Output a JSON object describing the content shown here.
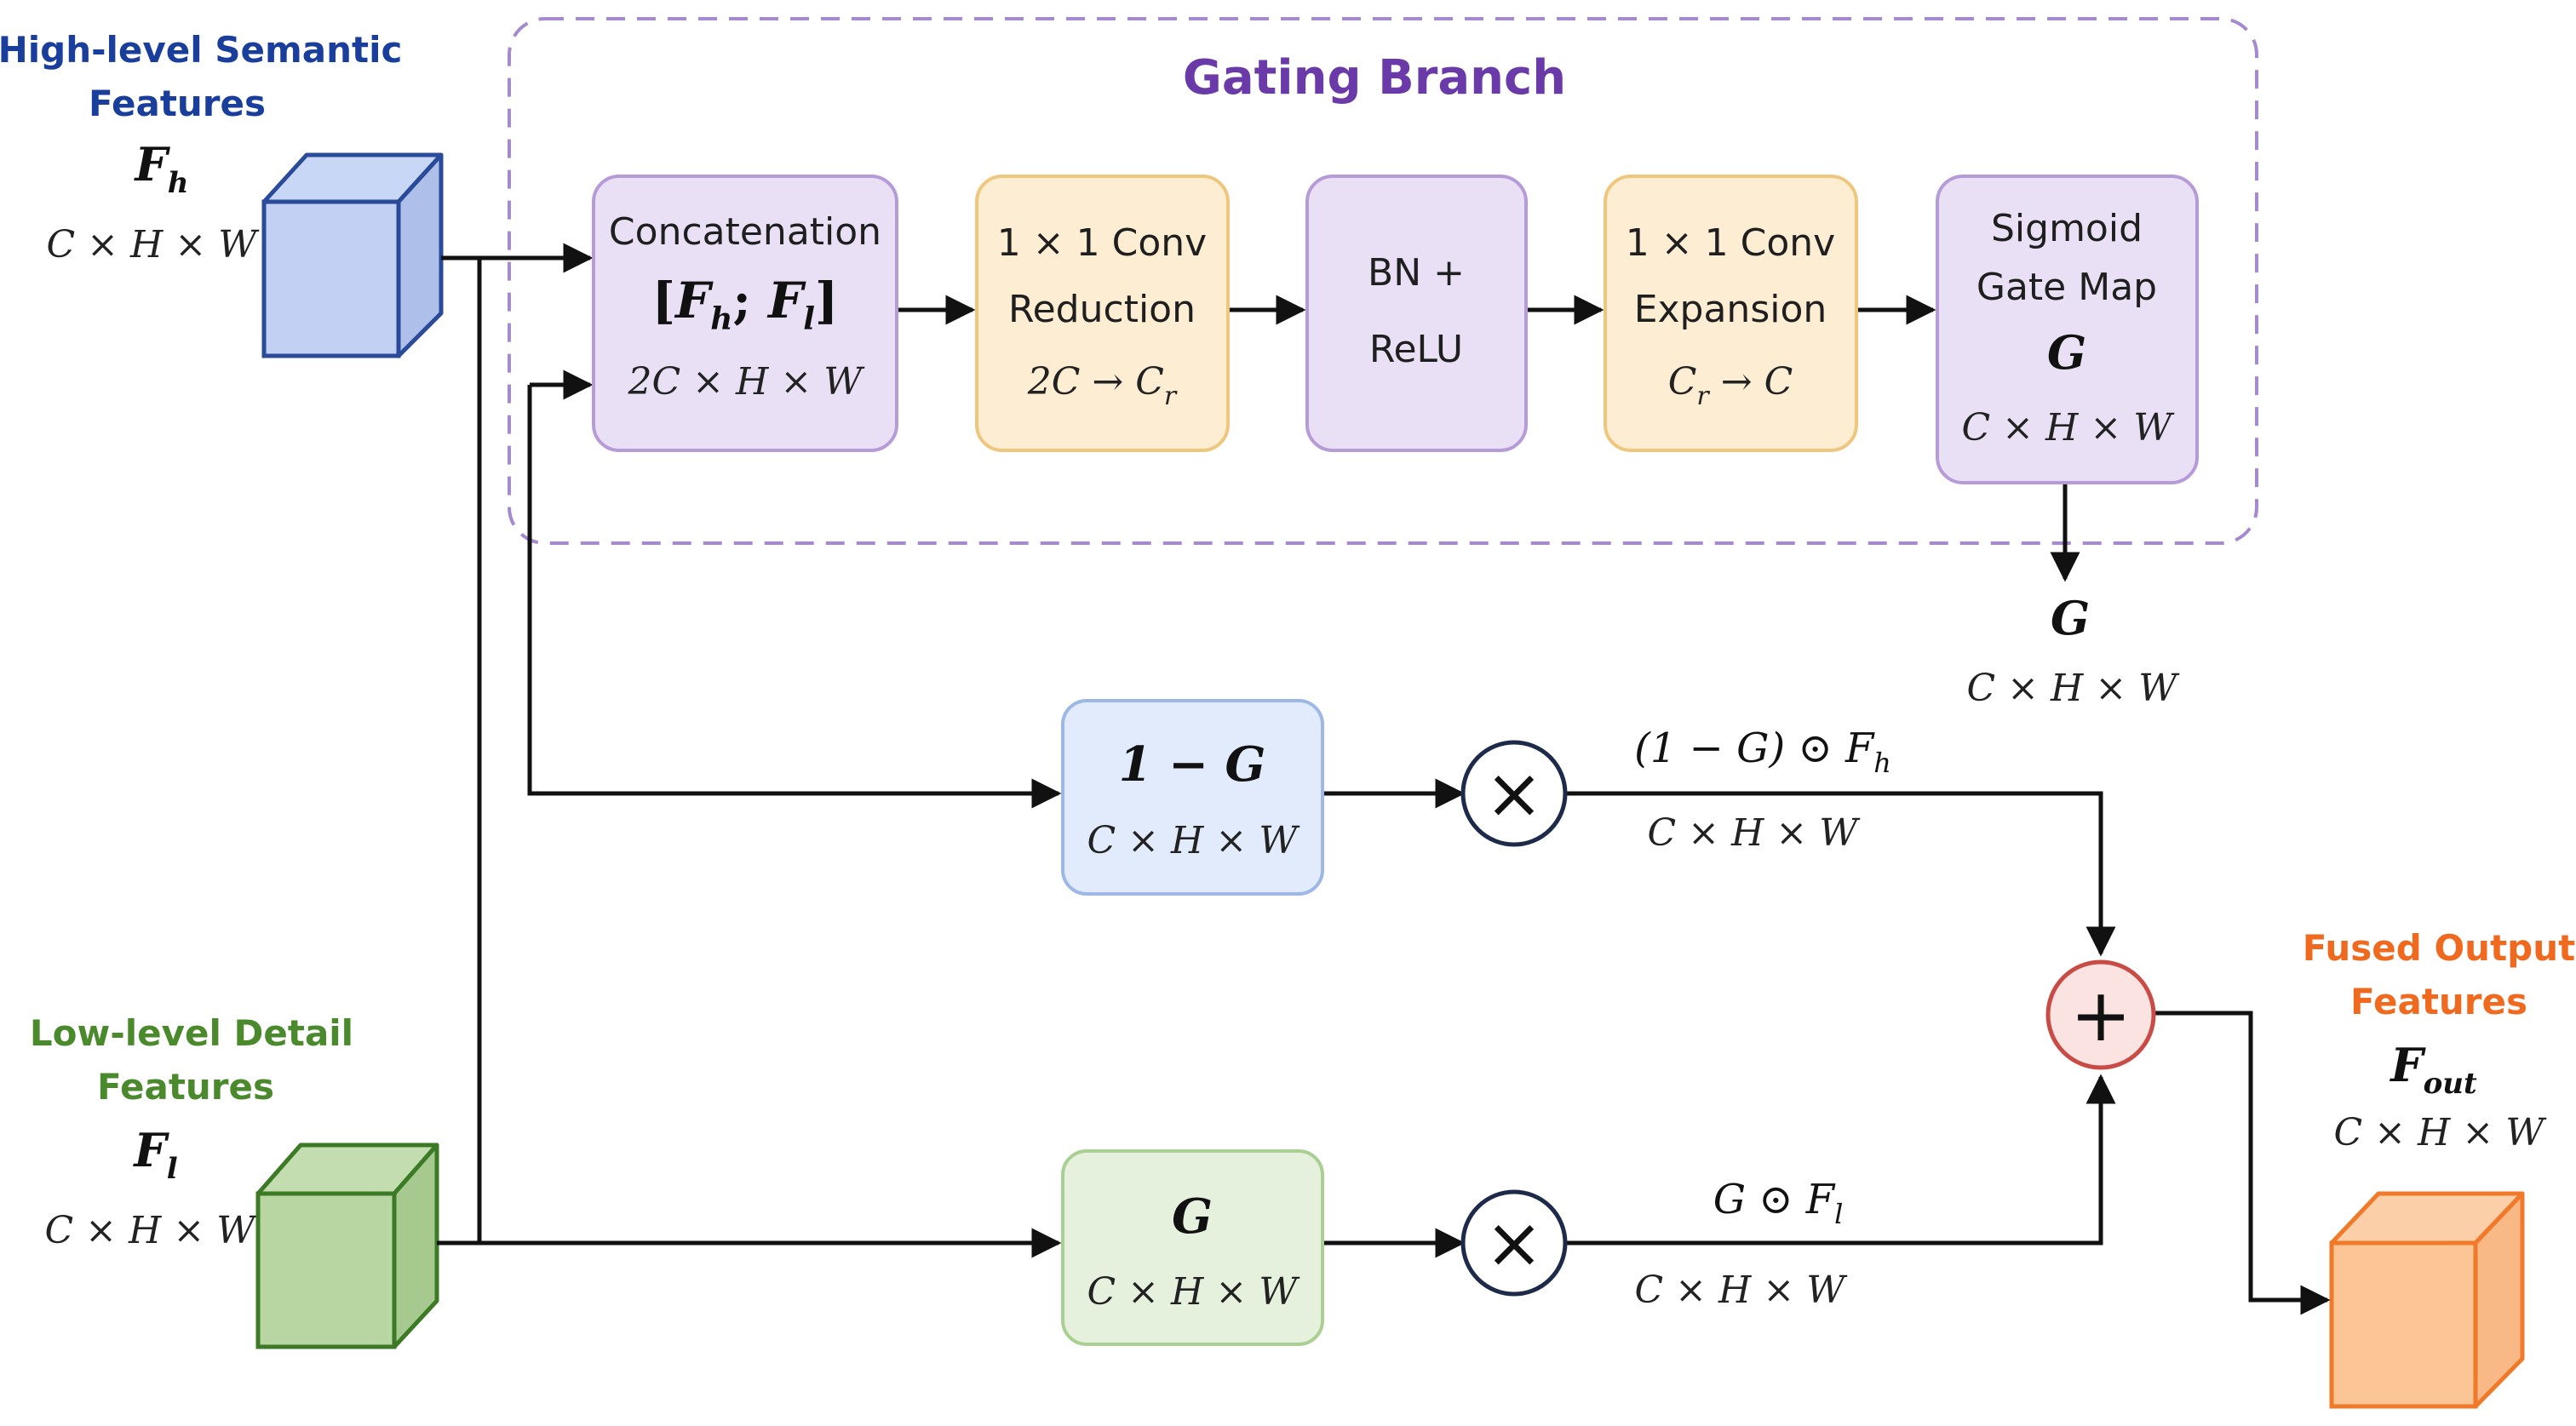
{
  "diagram": {
    "gating_branch_title": "Gating Branch",
    "inputs": {
      "high": {
        "title_line1": "High-level Semantic",
        "title_line2": "Features",
        "symbol": "F",
        "symbol_sub": "h",
        "dims": "C × H × W"
      },
      "low": {
        "title_line1": "Low-level Detail",
        "title_line2": "Features",
        "symbol": "F",
        "symbol_sub": "l",
        "dims": "C × H × W"
      }
    },
    "output": {
      "title_line1": "Fused Output",
      "title_line2": "Features",
      "symbol": "F",
      "symbol_sub": "out",
      "dims": "C × H × W"
    },
    "boxes": {
      "concat": {
        "title": "Concatenation",
        "formula_open": "[",
        "formula_f1": "F",
        "formula_f1_sub": "h",
        "formula_sep": "; ",
        "formula_f2": "F",
        "formula_f2_sub": "l",
        "formula_close": "]",
        "dims": "2C × H × W"
      },
      "conv_reduction": {
        "line1": "1 × 1 Conv",
        "line2": "Reduction",
        "dims": "2C → C",
        "dims_sub": "r"
      },
      "bn_relu": {
        "line1": "BN +",
        "line2": "ReLU"
      },
      "conv_expansion": {
        "line1": "1 × 1 Conv",
        "line2": "Expansion",
        "dims_pre": "C",
        "dims_sub": "r",
        "dims_post": " → C"
      },
      "sigmoid": {
        "line1": "Sigmoid",
        "line2": "Gate Map",
        "symbol": "G",
        "dims": "C × H × W"
      },
      "one_minus_g": {
        "formula": "1 − G",
        "dims": "C × H × W"
      },
      "g_box": {
        "formula": "G",
        "dims": "C × H × W"
      }
    },
    "gate_output": {
      "symbol": "G",
      "dims": "C × H × W"
    },
    "upper_product": {
      "label": "(1 − G) ⊙ F",
      "label_sub": "h",
      "dims": "C × H × W"
    },
    "lower_product": {
      "label": "G ⊙ F",
      "label_sub": "l",
      "dims": "C × H × W"
    },
    "operators": {
      "multiply": "×",
      "add": "+"
    },
    "colors": {
      "high_title": "#1a3e9c",
      "low_title": "#4a8a2c",
      "output_title": "#ef6a1f",
      "gating_title": "#6a3aa8",
      "dashed_border": "#a58ad0",
      "purple_fill": "#e9e0f5",
      "purple_stroke": "#b79bd9",
      "yellow_fill": "#fdedd2",
      "yellow_stroke": "#efc77c",
      "blue_fill": "#e2ebfb",
      "blue_stroke": "#9db8e6",
      "green_fill": "#e5f1dc",
      "green_stroke": "#a9cf92",
      "add_fill": "#fbe3e1",
      "add_stroke": "#c94b45"
    }
  }
}
